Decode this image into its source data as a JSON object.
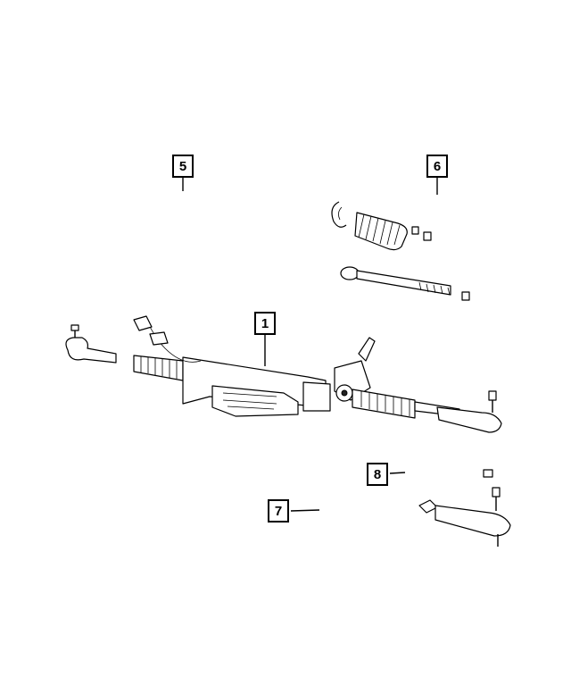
{
  "callouts": [
    {
      "id": "c5",
      "label": "5"
    },
    {
      "id": "c6",
      "label": "6"
    },
    {
      "id": "c1",
      "label": "1"
    },
    {
      "id": "c8",
      "label": "8"
    },
    {
      "id": "c7",
      "label": "7"
    }
  ]
}
